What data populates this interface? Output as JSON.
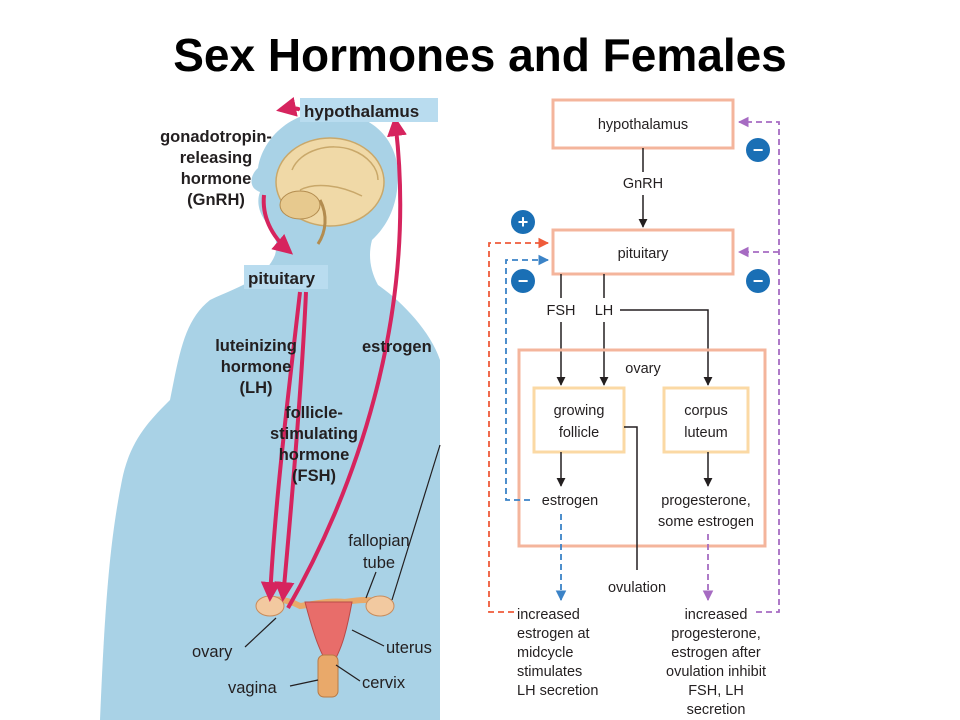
{
  "slide": {
    "title": "Sex Hormones and Females"
  },
  "anatomy": {
    "hypothalamus": "hypothalamus",
    "gnrh": [
      "gonadotropin-",
      "releasing",
      "hormone",
      "(GnRH)"
    ],
    "pituitary": "pituitary",
    "lh": [
      "luteinizing",
      "hormone",
      "(LH)"
    ],
    "fsh": [
      "follicle-",
      "stimulating",
      "hormone",
      "(FSH)"
    ],
    "estrogen": "estrogen",
    "fallopian": [
      "fallopian",
      "tube"
    ],
    "ovary": "ovary",
    "uterus": "uterus",
    "cervix": "cervix",
    "vagina": "vagina"
  },
  "flowchart": {
    "hypothalamus": "hypothalamus",
    "gnrh": "GnRH",
    "pituitary": "pituitary",
    "fsh": "FSH",
    "lh": "LH",
    "ovary": "ovary",
    "growing_follicle": [
      "growing",
      "follicle"
    ],
    "corpus_luteum": [
      "corpus",
      "luteum"
    ],
    "estrogen": "estrogen",
    "progesterone": [
      "progesterone,",
      "some estrogen"
    ],
    "ovulation": "ovulation",
    "left_outcome": [
      "increased",
      "estrogen at",
      "midcycle",
      "stimulates",
      "LH secretion"
    ],
    "right_outcome": [
      "increased",
      "progesterone,",
      "estrogen after",
      "ovulation inhibit",
      "FSH, LH",
      "secretion"
    ],
    "plus": "+",
    "minus": "−"
  },
  "colors": {
    "silhouette": "#a9d2e6",
    "label_bg": "#b9dcef",
    "hormone_arrow": "#d6245e",
    "box_border": "#f4b59c",
    "inner_box_border": "#fbd9a4",
    "feedback_positive": "#ef5b3a",
    "feedback_estrogen": "#3b83c7",
    "feedback_negative": "#a66bc2",
    "sign_badge": "#1a6fb5"
  }
}
